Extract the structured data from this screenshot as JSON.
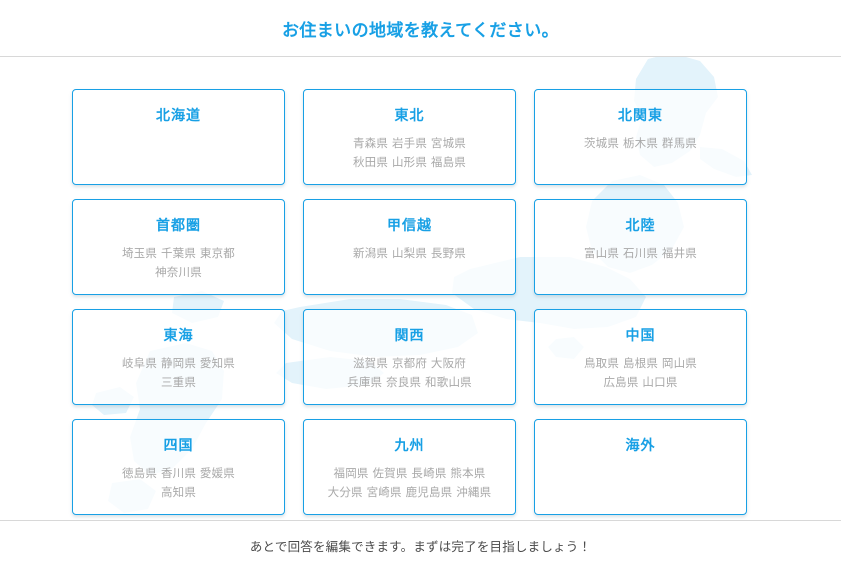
{
  "header": {
    "title": "お住まいの地域を教えてください。",
    "title_color": "#18a0e5"
  },
  "background": {
    "map_name": "japan-map-silhouette",
    "map_color": "#e3f3fb"
  },
  "regions": [
    {
      "name": "北海道",
      "pref_lines": []
    },
    {
      "name": "東北",
      "pref_lines": [
        "青森県 岩手県 宮城県",
        "秋田県 山形県 福島県"
      ]
    },
    {
      "name": "北関東",
      "pref_lines": [
        "茨城県 栃木県 群馬県"
      ]
    },
    {
      "name": "首都圏",
      "pref_lines": [
        "埼玉県 千葉県 東京都",
        "神奈川県"
      ]
    },
    {
      "name": "甲信越",
      "pref_lines": [
        "新潟県 山梨県 長野県"
      ]
    },
    {
      "name": "北陸",
      "pref_lines": [
        "富山県 石川県 福井県"
      ]
    },
    {
      "name": "東海",
      "pref_lines": [
        "岐阜県 静岡県 愛知県",
        "三重県"
      ]
    },
    {
      "name": "関西",
      "pref_lines": [
        "滋賀県 京都府 大阪府",
        "兵庫県 奈良県 和歌山県"
      ]
    },
    {
      "name": "中国",
      "pref_lines": [
        "鳥取県 島根県 岡山県",
        "広島県 山口県"
      ]
    },
    {
      "name": "四国",
      "pref_lines": [
        "徳島県 香川県 愛媛県",
        "高知県"
      ]
    },
    {
      "name": "九州",
      "pref_lines": [
        "福岡県 佐賀県 長崎県 熊本県",
        "大分県 宮崎県 鹿児島県 沖縄県"
      ]
    },
    {
      "name": "海外",
      "pref_lines": []
    }
  ],
  "footer": {
    "note": "あとで回答を編集できます。まずは完了を目指しましょう！"
  },
  "style": {
    "card_border_color": "#18a0e5",
    "card_title_color": "#18a0e5",
    "pref_text_color": "#a9a9a9",
    "divider_color": "#d8d8d8",
    "footer_text_color": "#4a4a4a"
  }
}
